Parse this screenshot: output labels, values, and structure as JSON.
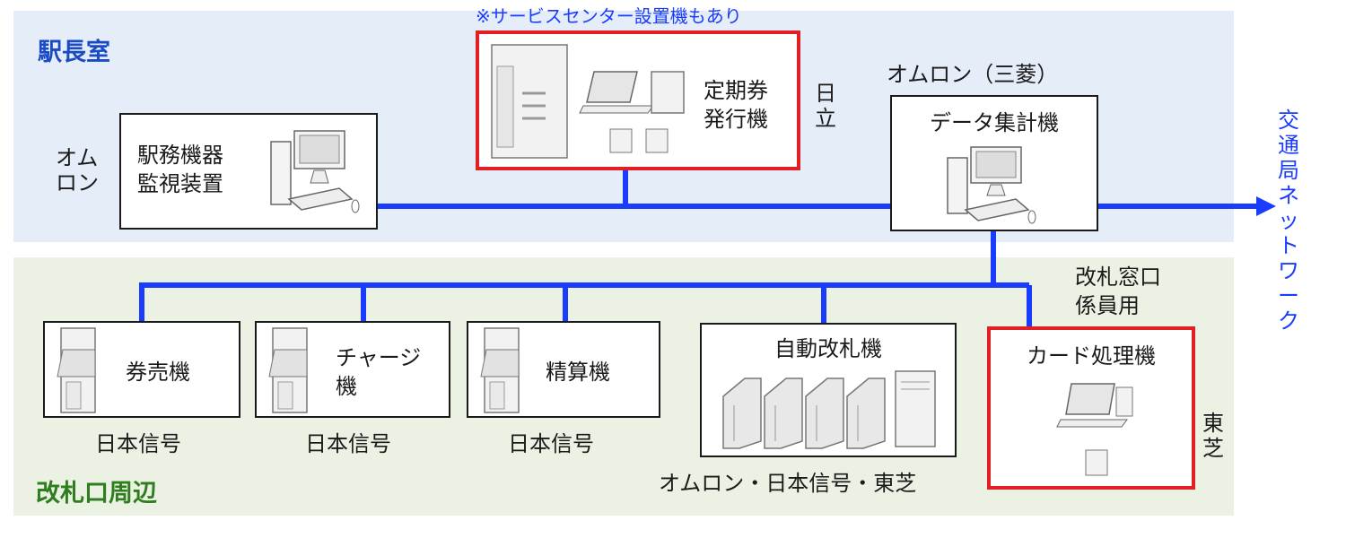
{
  "zones": {
    "station_office": {
      "title": "駅長室",
      "color": "#1a4bc4"
    },
    "gate_area": {
      "title": "改札口周辺",
      "color": "#2e7d1f"
    }
  },
  "colors": {
    "network_line": "#1a3cff",
    "highlight_border": "#e31e24",
    "note_text": "#1a3cff",
    "external_text": "#1a3cff"
  },
  "devices": {
    "monitor": {
      "label_line1": "駅務機器",
      "label_line2": "監視装置",
      "vendor": "オムロン",
      "icon": "desktop-pc-icon"
    },
    "pass_issuer": {
      "note": "※サービスセンター設置機もあり",
      "label_line1": "定期券",
      "label_line2": "発行機",
      "vendor": "日立",
      "icon": "server-terminal-icon"
    },
    "aggregator": {
      "vendor": "オムロン（三菱）",
      "label": "データ集計機",
      "icon": "desktop-pc-icon"
    },
    "ticket_machine": {
      "label": "券売機",
      "vendor": "日本信号",
      "icon": "kiosk-icon"
    },
    "charge_machine": {
      "label_line1": "チャージ",
      "label_line2": "機",
      "vendor": "日本信号",
      "icon": "kiosk-icon"
    },
    "fare_adjust": {
      "label": "精算機",
      "vendor": "日本信号",
      "icon": "kiosk-icon"
    },
    "auto_gate": {
      "label": "自動改札機",
      "vendor": "オムロン・日本信号・東芝",
      "icon": "ticket-gate-icon"
    },
    "card_processor": {
      "note_line1": "改札窓口",
      "note_line2": "係員用",
      "label": "カード処理機",
      "vendor": "東芝",
      "icon": "card-terminal-icon"
    }
  },
  "external": {
    "label": "交通局ネットワーク"
  }
}
